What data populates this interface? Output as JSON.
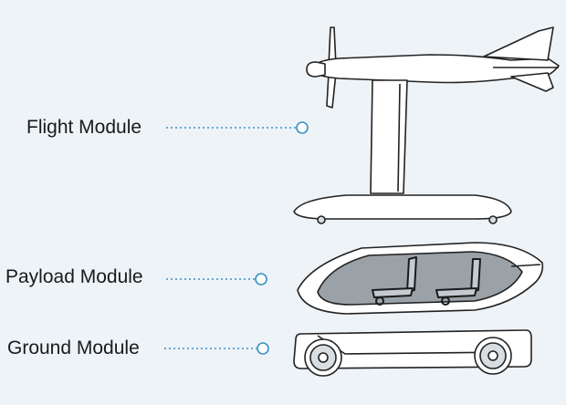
{
  "modules": [
    {
      "id": "flight",
      "label": "Flight Module"
    },
    {
      "id": "payload",
      "label": "Payload Module"
    },
    {
      "id": "ground",
      "label": "Ground Module"
    }
  ],
  "colors": {
    "background": "#eef3f8",
    "leader": "#3a8fc4",
    "outline": "#222222",
    "fill": "#ffffff",
    "shade": "#d8dde2",
    "window": "#9aa2a8"
  }
}
